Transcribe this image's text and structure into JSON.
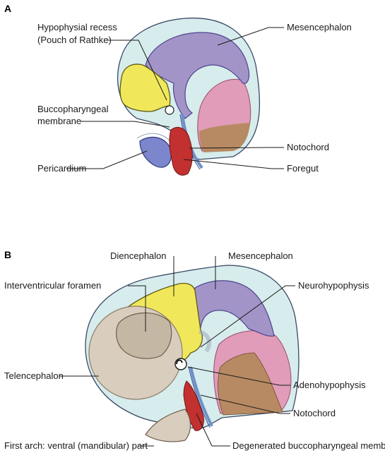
{
  "panel_a": {
    "letter": "A",
    "labels": {
      "hypophysial_recess_line1": "Hypophysial recess",
      "hypophysial_recess_line2": "(Pouch of Rathke)",
      "mesencephalon": "Mesencephalon",
      "buccopharyngeal_line1": "Buccopharyngeal",
      "buccopharyngeal_line2": "membrane",
      "notochord": "Notochord",
      "pericardium": "Pericardium",
      "foregut": "Foregut"
    }
  },
  "panel_b": {
    "letter": "B",
    "labels": {
      "diencephalon": "Diencephalon",
      "mesencephalon": "Mesencephalon",
      "interventricular_foramen": "Interventricular foramen",
      "neurohypophysis": "Neurohypophysis",
      "telencephalon": "Telencephalon",
      "adenohypophysis": "Adenohypophysis",
      "notochord": "Notochord",
      "first_arch": "First arch: ventral (mandibular) part",
      "degenerated_buccopharyngeal": "Degenerated buccopharyngeal membrane"
    }
  },
  "colors": {
    "ectoderm": "#d7ecec",
    "ectoderm_edge": "#7f98b4",
    "mesencephalon": "#a394c8",
    "diencephalon": "#f0e85a",
    "telencephalon": "#d9cdbd",
    "hindbrain_pink": "#e09cb8",
    "hindbrain_brown": "#b78a63",
    "pericardium": "#7c86cc",
    "foregut": "#c2302f",
    "notochord": "#6f8fc8"
  }
}
